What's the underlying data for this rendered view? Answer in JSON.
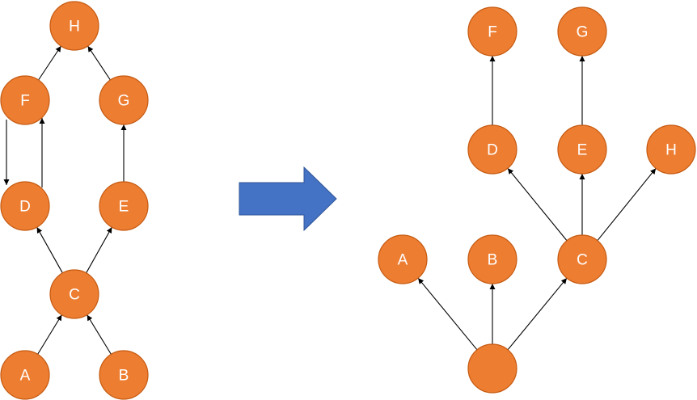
{
  "diagram": {
    "before": {
      "nodes": [
        {
          "id": "H",
          "label": "H"
        },
        {
          "id": "F",
          "label": "F"
        },
        {
          "id": "G",
          "label": "G"
        },
        {
          "id": "D",
          "label": "D"
        },
        {
          "id": "E",
          "label": "E"
        },
        {
          "id": "C",
          "label": "C"
        },
        {
          "id": "A",
          "label": "A"
        },
        {
          "id": "B",
          "label": "B"
        }
      ],
      "edges": [
        {
          "from": "A",
          "to": "C"
        },
        {
          "from": "B",
          "to": "C"
        },
        {
          "from": "C",
          "to": "D"
        },
        {
          "from": "C",
          "to": "E"
        },
        {
          "from": "D",
          "to": "F"
        },
        {
          "from": "F",
          "to": "D"
        },
        {
          "from": "E",
          "to": "G"
        },
        {
          "from": "F",
          "to": "H"
        },
        {
          "from": "G",
          "to": "H"
        }
      ]
    },
    "after": {
      "nodes": [
        {
          "id": "F",
          "label": "F"
        },
        {
          "id": "G",
          "label": "G"
        },
        {
          "id": "D",
          "label": "D"
        },
        {
          "id": "E",
          "label": "E"
        },
        {
          "id": "H",
          "label": "H"
        },
        {
          "id": "A",
          "label": "A"
        },
        {
          "id": "B",
          "label": "B"
        },
        {
          "id": "C",
          "label": "C"
        },
        {
          "id": "root",
          "label": ""
        }
      ],
      "edges": [
        {
          "from": "root",
          "to": "A"
        },
        {
          "from": "root",
          "to": "B"
        },
        {
          "from": "root",
          "to": "C"
        },
        {
          "from": "C",
          "to": "D"
        },
        {
          "from": "C",
          "to": "E"
        },
        {
          "from": "C",
          "to": "H"
        },
        {
          "from": "D",
          "to": "F"
        },
        {
          "from": "E",
          "to": "G"
        }
      ]
    },
    "colors": {
      "node_fill": "#ED7D31",
      "node_stroke": "#C55A11",
      "arrow_fill": "#4472C4",
      "edge": "#000000"
    },
    "transition_icon": "right-block-arrow-icon"
  }
}
